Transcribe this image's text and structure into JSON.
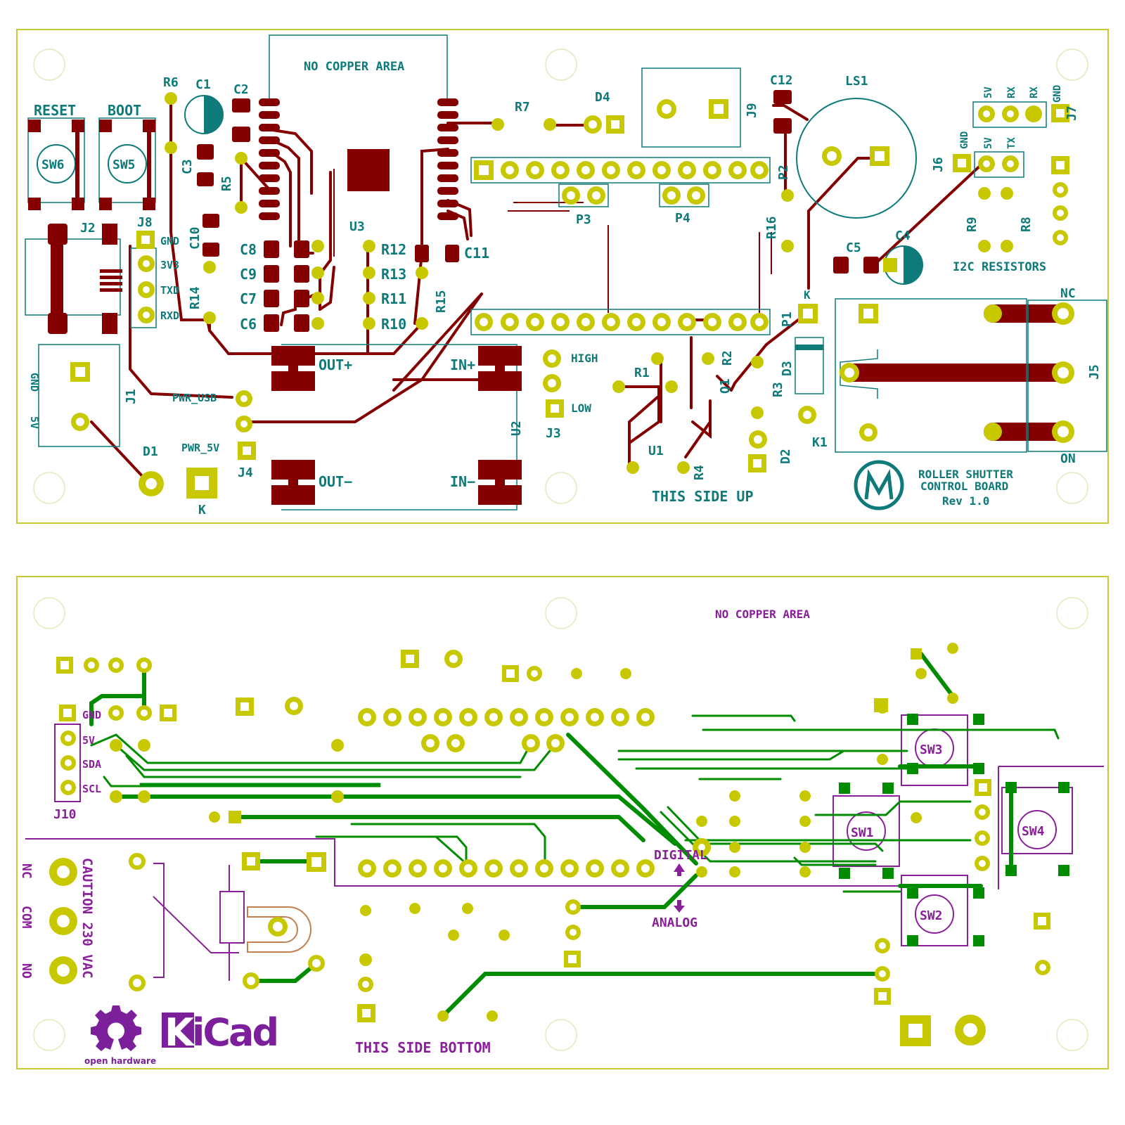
{
  "colors": {
    "board_outline": "#c8c832",
    "pad": "#c8c800",
    "top_copper": "#840000",
    "bottom_copper": "#008c00",
    "top_silk": "#0e7a7a",
    "bottom_silk": "#8a1f9a"
  },
  "top_board": {
    "labels": {
      "no_copper": "NO COPPER AREA",
      "reset": "RESET",
      "boot": "BOOT",
      "sw6": "SW6",
      "sw5": "SW5",
      "r6": "R6",
      "c1": "C1",
      "c2": "C2",
      "c3": "C3",
      "r5": "R5",
      "j2": "J2",
      "j8": "J8",
      "gnd": "GND",
      "v33": "3V3",
      "txd": "TXD",
      "rxd": "RXD",
      "c10": "C10",
      "r14": "R14",
      "c8": "C8",
      "c9": "C9",
      "c7": "C7",
      "c6": "C6",
      "u3": "U3",
      "r12": "R12",
      "r13": "R13",
      "r11": "R11",
      "r10": "R10",
      "r15": "R15",
      "c11": "C11",
      "r7": "R7",
      "d4": "D4",
      "j9": "J9",
      "c12": "C12",
      "ls1": "LS1",
      "p2": "P2",
      "p3": "P3",
      "p4": "P4",
      "r16": "R16",
      "c5": "C5",
      "c4": "C4",
      "j7": "J7",
      "j6": "J6",
      "j7_5v": "5V",
      "j7_rx1": "RX",
      "j7_rx2": "RX",
      "j7_gnd": "GND",
      "j6_gnd": "GND",
      "j6_5v": "5V",
      "j6_tx": "TX",
      "r9": "R9",
      "r8": "R8",
      "i2c": "I2C RESISTORS",
      "nc": "NC",
      "on": "ON",
      "j5": "J5",
      "p1": "P1",
      "k_p1": "K",
      "d3": "D3",
      "k1": "K1",
      "r3": "R3",
      "q1": "Q1",
      "r2": "R2",
      "r1": "R1",
      "high": "HIGH",
      "low": "LOW",
      "j3": "J3",
      "u1": "U1",
      "r4": "R4",
      "d2": "D2",
      "this_side_up": "THIS SIDE UP",
      "roller1": "ROLLER SHUTTER",
      "roller2": "CONTROL BOARD",
      "rev": "Rev 1.0",
      "out_plus": "OUT+",
      "out_minus": "OUT−",
      "in_plus": "IN+",
      "in_minus": "IN−",
      "u2": "U2",
      "pwr_usb": "PWR_USB",
      "pwr_5v": "PWR_5V",
      "j4": "J4",
      "j1": "J1",
      "d1": "D1",
      "k_d1": "K",
      "gnd_side": "GND",
      "v5_side": "5V"
    }
  },
  "bottom_board": {
    "labels": {
      "no_copper": "NO COPPER AREA",
      "gnd": "GND",
      "v5": "5V",
      "sda": "SDA",
      "scl": "SCL",
      "j10": "J10",
      "digital": "DIGITAL",
      "analog": "ANALOG",
      "sw1": "SW1",
      "sw2": "SW2",
      "sw3": "SW3",
      "sw4": "SW4",
      "caution": "CAUTION 230 VAC",
      "nc": "NC",
      "com": "COM",
      "no": "NO",
      "this_side_bottom": "THIS SIDE BOTTOM",
      "open_hardware": "open hardware",
      "kicad": "KiCad"
    }
  }
}
